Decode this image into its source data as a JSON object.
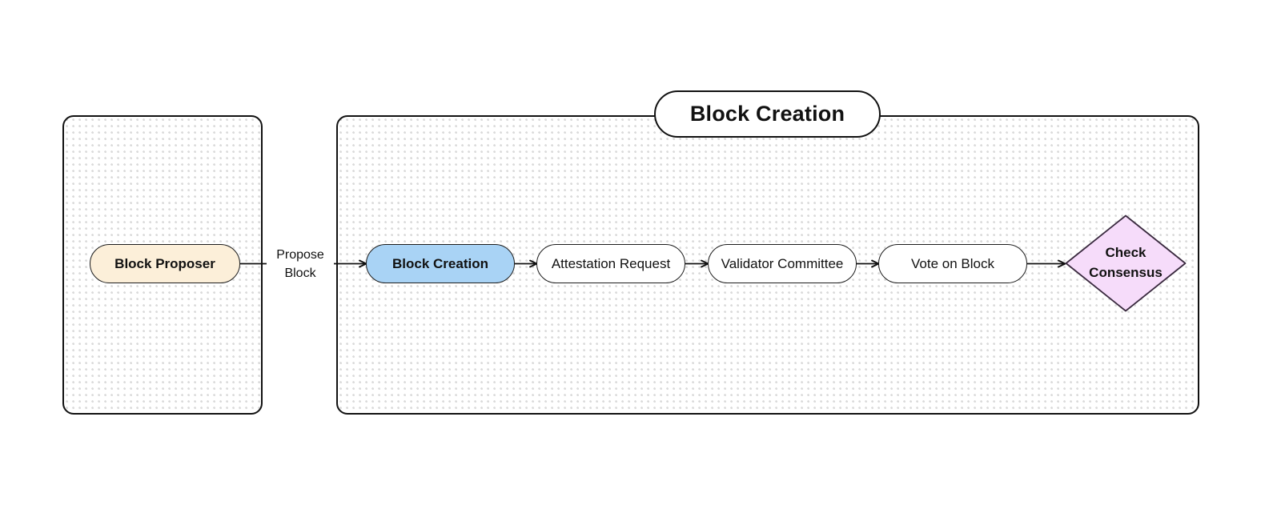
{
  "diagram": {
    "type": "flowchart",
    "direction": "left-to-right",
    "background": "#ffffff",
    "dot_grid_color": "#cccccc"
  },
  "subgraphs": [
    {
      "id": "proposer",
      "title": "",
      "has_title_pill": false
    },
    {
      "id": "blockcreation",
      "title": "Block Creation",
      "has_title_pill": true
    }
  ],
  "nodes": [
    {
      "id": "block-proposer",
      "label": "Block Proposer",
      "shape": "stadium",
      "fill": "#fcefd9",
      "stroke": "#1d1d1d",
      "bold": true
    },
    {
      "id": "block-creation",
      "label": "Block Creation",
      "shape": "stadium",
      "fill": "#a9d3f5",
      "stroke": "#1d1d1d",
      "bold": true
    },
    {
      "id": "attestation-request",
      "label": "Attestation Request",
      "shape": "stadium",
      "fill": "#ffffff",
      "stroke": "#1d1d1d",
      "bold": false
    },
    {
      "id": "validator-committee",
      "label": "Validator Committee",
      "shape": "stadium",
      "fill": "#ffffff",
      "stroke": "#1d1d1d",
      "bold": false
    },
    {
      "id": "vote-on-block",
      "label": "Vote on Block",
      "shape": "stadium",
      "fill": "#ffffff",
      "stroke": "#1d1d1d",
      "bold": false
    },
    {
      "id": "check-consensus",
      "label_line1": "Check",
      "label_line2": "Consensus",
      "shape": "diamond",
      "fill": "#f6dcfa",
      "stroke": "#3a2a3f",
      "bold": true
    }
  ],
  "edges": [
    {
      "id": "propose-block",
      "from": "block-proposer",
      "to": "block-creation",
      "label_line1": "Propose",
      "label_line2": "Block",
      "arrow": "open"
    },
    {
      "id": "creation-to-attestation",
      "from": "block-creation",
      "to": "attestation-request",
      "label": "",
      "arrow": "open"
    },
    {
      "id": "attestation-to-validator",
      "from": "attestation-request",
      "to": "validator-committee",
      "label": "",
      "arrow": "open"
    },
    {
      "id": "validator-to-vote",
      "from": "validator-committee",
      "to": "vote-on-block",
      "label": "",
      "arrow": "open"
    },
    {
      "id": "vote-to-consensus",
      "from": "vote-on-block",
      "to": "check-consensus",
      "label": "",
      "arrow": "open"
    }
  ]
}
